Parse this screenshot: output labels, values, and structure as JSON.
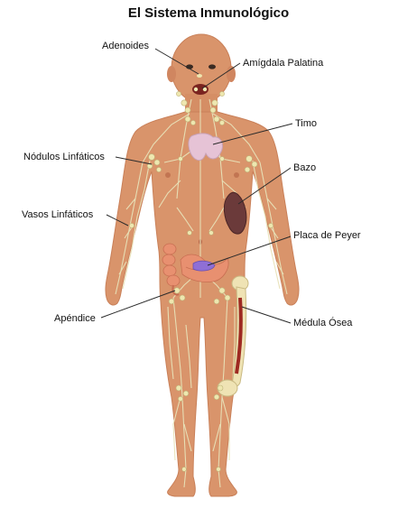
{
  "title": "El Sistema Inmunológico",
  "labels": {
    "adenoides": "Adenoides",
    "amigdala": "Amígdala Palatina",
    "timo": "Timo",
    "nodulos": "Nódulos Linfáticos",
    "bazo": "Bazo",
    "vasos": "Vasos Linfáticos",
    "peyer": "Placa de Peyer",
    "apendice": "Apéndice",
    "medula": "Médula Ósea"
  },
  "colors": {
    "skin": "#d9946b",
    "skin_shadow": "#c98059",
    "lymph": "#e8e2b8",
    "thymus": "#e6c3d6",
    "spleen": "#6b3a3a",
    "bone": "#efe3b4",
    "marrow": "#9e2a22",
    "intestine": "#e89070"
  }
}
